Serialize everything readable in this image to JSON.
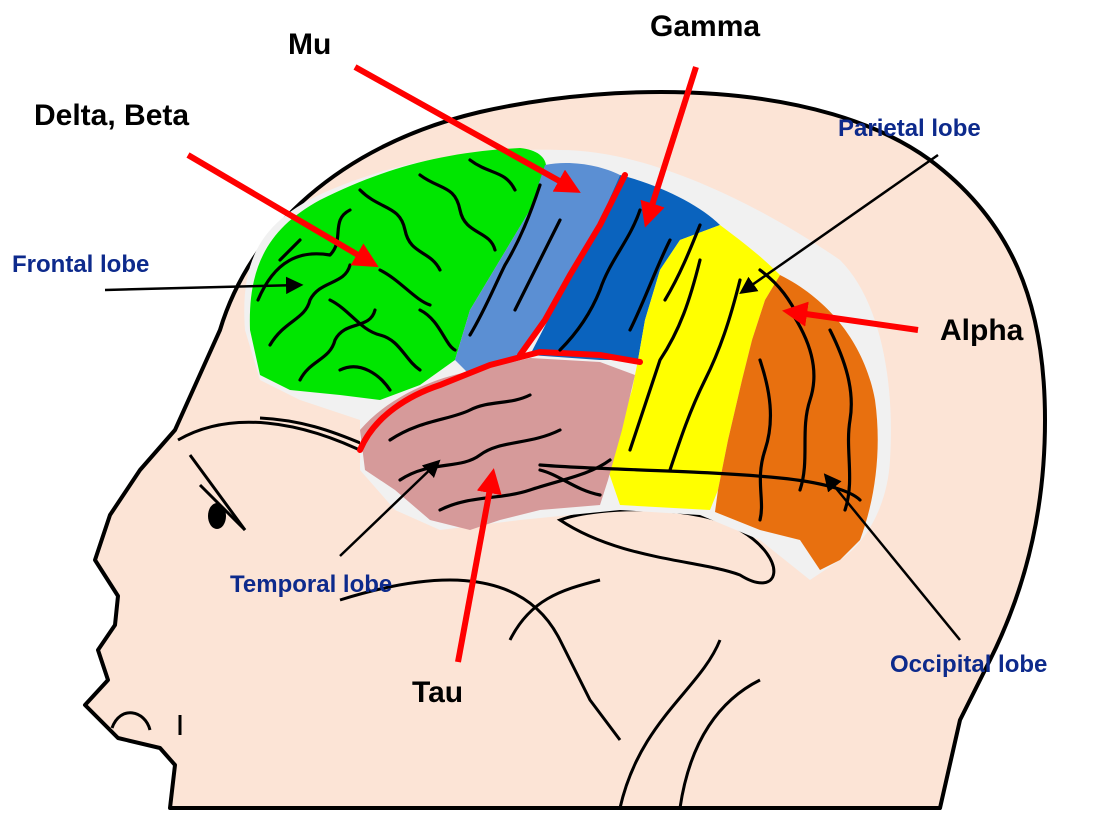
{
  "labels": {
    "delta_beta": "Delta, Beta",
    "mu": "Mu",
    "gamma": "Gamma",
    "alpha": "Alpha",
    "tau": "Tau",
    "frontal_lobe": "Frontal lobe",
    "parietal_lobe": "Parietal lobe",
    "temporal_lobe": "Temporal lobe",
    "occipital_lobe": "Occipital lobe"
  },
  "colors": {
    "skin": "#FCE4D6",
    "frontal": "#00E600",
    "motor_strip": "#5B8FD3",
    "sensory_strip": "#0A63BE",
    "parietal": "#FFFF00",
    "occipital": "#E8700F",
    "temporal": "#D69A9A",
    "brain_outline": "#F1F1F1",
    "arrow_red": "#FF0000",
    "label_blue": "#0D2A8C"
  }
}
